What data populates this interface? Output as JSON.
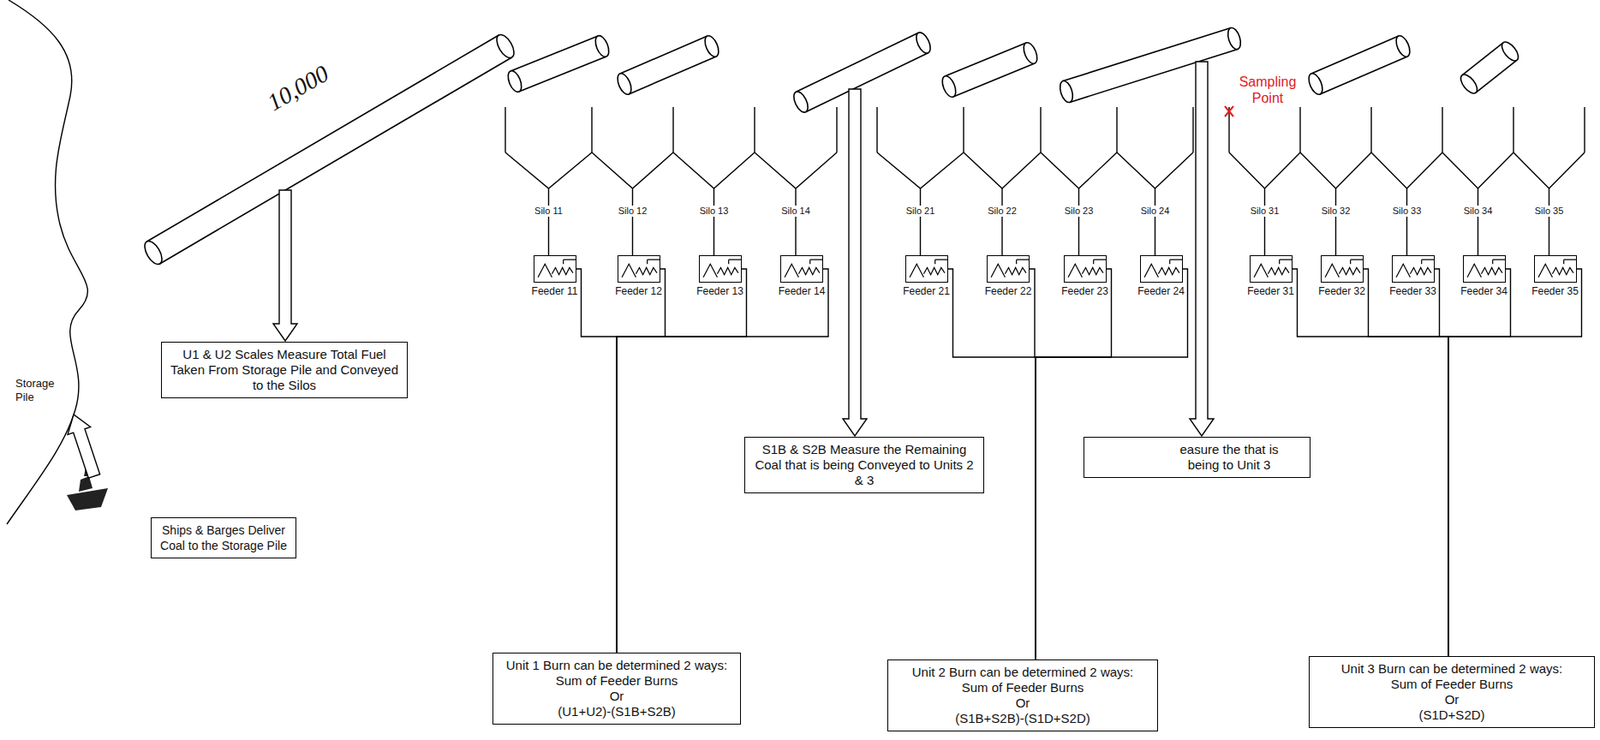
{
  "diagram": {
    "nodes": [
      {
        "text": [
          "U1 & U2 Scales Measure Total Fuel Taken From Storage Pile and Conveyed to the Silos"
        ]
      },
      {
        "text": [
          "S1B & S2B Measure the Remaining Coal that is being Conveyed to Units 2 & 3"
        ]
      },
      {
        "text": [
          "easure the that is being to Unit 3"
        ]
      },
      {
        "text": [
          "Ships & Barges Deliver Coal to the Storage Pile"
        ]
      },
      {
        "text": [
          "Feeder 11"
        ]
      },
      {
        "text": [
          "Feeder 12"
        ]
      },
      {
        "text": [
          "Feeder 13"
        ]
      },
      {
        "text": [
          "Feeder 14"
        ]
      },
      {
        "text": [
          "Feeder 21"
        ]
      },
      {
        "text": [
          "Feeder 22"
        ]
      },
      {
        "text": [
          "Feeder 23"
        ]
      },
      {
        "text": [
          "Feeder 24"
        ]
      },
      {
        "text": [
          "Feeder 31"
        ]
      },
      {
        "text": [
          "Feeder 32"
        ]
      },
      {
        "text": [
          "Feeder 33"
        ]
      },
      {
        "text": [
          "Feeder 34"
        ]
      },
      {
        "text": [
          "Feeder 35"
        ]
      },
      {
        "text": [
          "Unit 1 Burn can be determined 2 ways:",
          "Sum of Feeder Burns",
          "Or",
          "(U1+U2)-(S1B+S2B)"
        ]
      },
      {
        "text": [
          "Unit 2 Burn can be determined 2 ways:",
          "Sum of Feeder Burns",
          "Or",
          "(S1B+S2B)-(S1D+S2D)"
        ]
      },
      {
        "text": [
          "Unit 3 Burn can be determined 2 ways:",
          "Sum of Feeder Burns",
          "Or",
          "(S1D+S2D)"
        ]
      }
    ],
    "edges": [
      {
        "from": 4,
        "to": 17,
        "arrow": "none"
      },
      {
        "from": 5,
        "to": 17,
        "arrow": "none"
      },
      {
        "from": 6,
        "to": 17,
        "arrow": "none"
      },
      {
        "from": 7,
        "to": 17,
        "arrow": "none"
      },
      {
        "from": 8,
        "to": 18,
        "arrow": "none"
      },
      {
        "from": 9,
        "to": 18,
        "arrow": "none"
      },
      {
        "from": 10,
        "to": 18,
        "arrow": "none"
      },
      {
        "from": 11,
        "to": 18,
        "arrow": "none"
      },
      {
        "from": 12,
        "to": 19,
        "arrow": "none"
      },
      {
        "from": 13,
        "to": 19,
        "arrow": "none"
      },
      {
        "from": 14,
        "to": 19,
        "arrow": "none"
      },
      {
        "from": 15,
        "to": 19,
        "arrow": "none"
      },
      {
        "from": 16,
        "to": 19,
        "arrow": "none"
      }
    ],
    "labels": [
      "10,000",
      "Storage Pile",
      "Sampling Point",
      "Silo 11",
      "Silo 12",
      "Silo 13",
      "Silo 14",
      "Silo 21",
      "Silo 22",
      "Silo 23",
      "Silo 24",
      "Silo 31",
      "Silo 32",
      "Silo 33",
      "Silo 34",
      "Silo 35"
    ]
  }
}
